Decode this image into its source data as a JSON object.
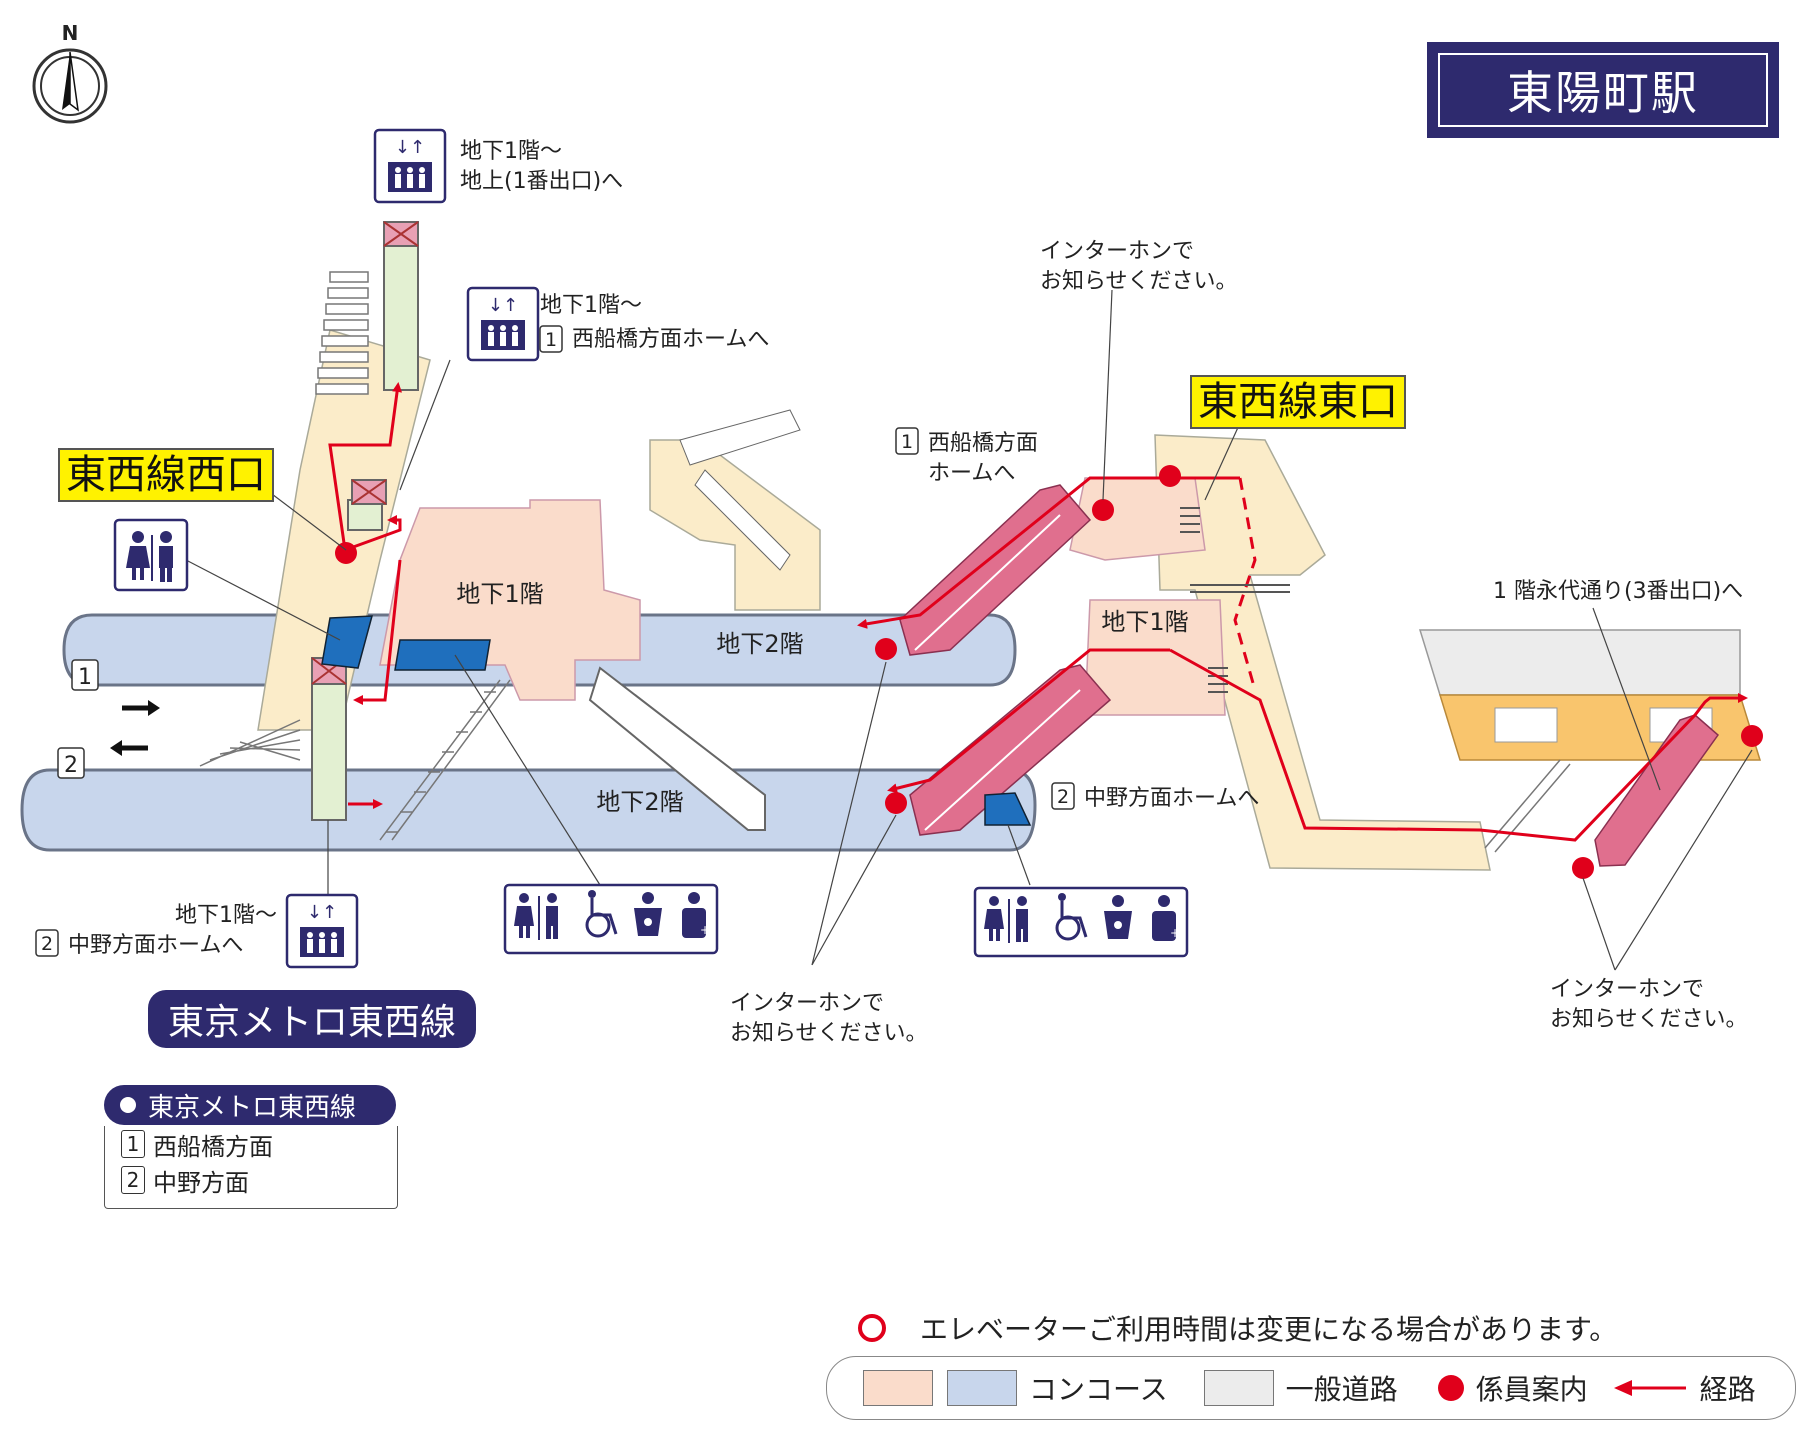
{
  "station": {
    "name": "東陽町駅"
  },
  "compass": {
    "north_label": "N"
  },
  "exits": {
    "west_exit": "東西線西口",
    "east_exit": "東西線東口"
  },
  "levels": {
    "b1_west": "地下1階",
    "b1_east": "地下1階",
    "b2_north_west": "地下2階",
    "b2_south_west": "地下2階"
  },
  "platforms": {
    "track1": "1",
    "track2": "2"
  },
  "annotations": {
    "elev_top_line1": "地下1階〜",
    "elev_top_line2": "地上(1番出口)へ",
    "elev_mid_line1": "地下1階〜",
    "elev_mid_num": "1",
    "elev_mid_line2": "西船橋方面ホームへ",
    "elev_bottom_line1": "地下1階〜",
    "elev_bottom_num": "2",
    "elev_bottom_line2": "中野方面ホームへ",
    "intercom_top_line1": "インターホンで",
    "intercom_top_line2": "お知らせください。",
    "platform1_num": "1",
    "platform1_line1": "西船橋方面",
    "platform1_line2": "ホームへ",
    "platform2_num": "2",
    "platform2_text": "中野方面ホームへ",
    "intercom_mid_line1": "インターホンで",
    "intercom_mid_line2": "お知らせください。",
    "street_text": "1 階永代通り(3番出口)へ",
    "intercom_right_line1": "インターホンで",
    "intercom_right_line2": "お知らせください。"
  },
  "line": {
    "name": "東京メトロ東西線",
    "legend_title": "東京メトロ東西線",
    "directions": [
      {
        "num": "1",
        "label": "西船橋方面"
      },
      {
        "num": "2",
        "label": "中野方面"
      }
    ]
  },
  "legend": {
    "note": "エレベーターご利用時間は変更になる場合があります。",
    "concourse": "コンコース",
    "road": "一般道路",
    "staff": "係員案内",
    "route": "経路"
  },
  "colors": {
    "navy": "#2e2a6e",
    "concourse_pink": "#fadccb",
    "concourse_blue": "#c8d6ec",
    "corridor_cream": "#fbecc9",
    "road_gray": "#ececec",
    "street_orange": "#f9c56d",
    "escalator_pink": "#e06f8e",
    "route_red": "#e0001b",
    "label_yellow": "#fff200",
    "toilet_blue": "#1f6fbd"
  },
  "icons": [
    "compass-icon",
    "elevator-icon",
    "toilet-icon",
    "wheelchair-icon",
    "baby-care-icon",
    "ostomate-icon",
    "staff-dot-icon",
    "route-arrow-icon"
  ]
}
